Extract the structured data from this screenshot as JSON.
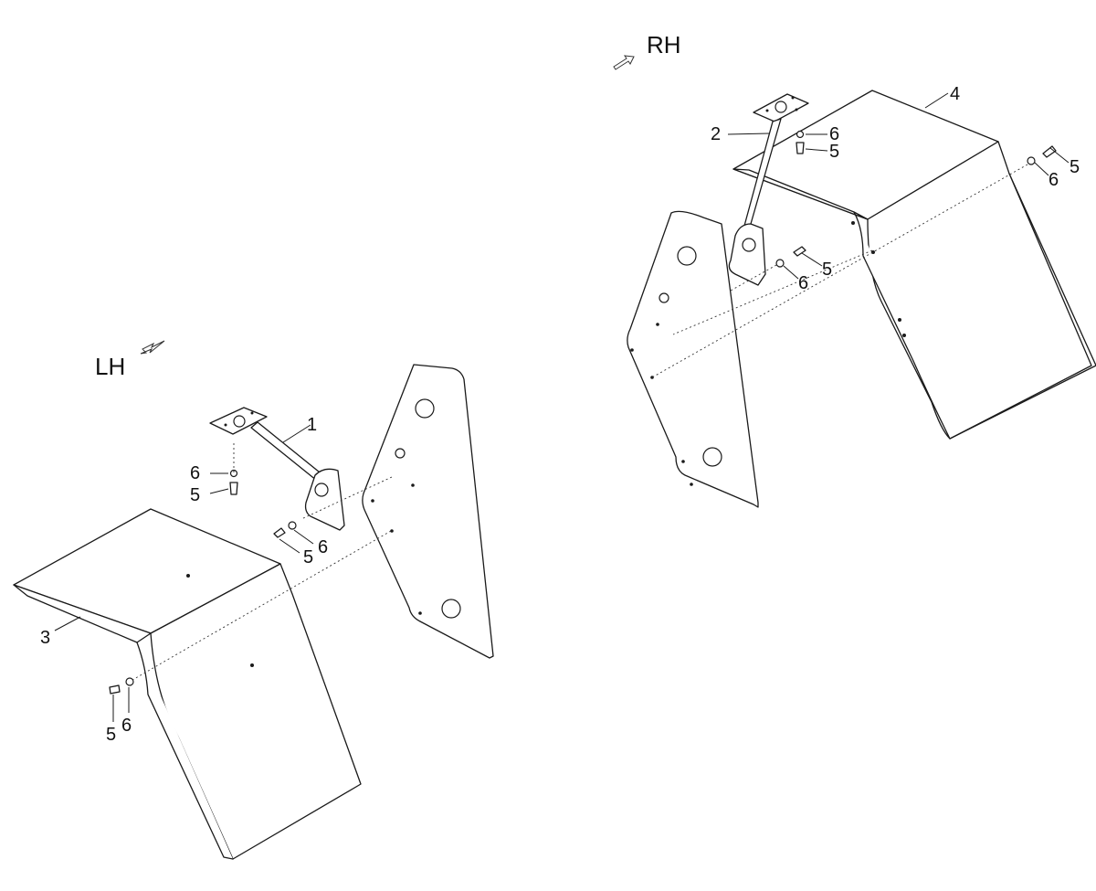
{
  "sides": {
    "left": "LH",
    "right": "RH"
  },
  "callouts": {
    "p1": "1",
    "p2": "2",
    "p3": "3",
    "p4": "4",
    "p5": "5",
    "p6": "6"
  }
}
